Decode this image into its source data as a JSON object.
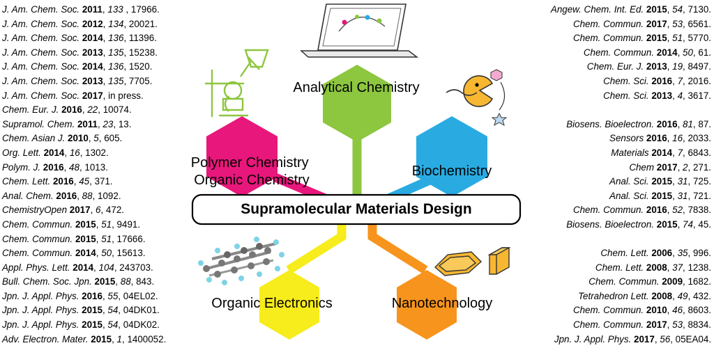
{
  "center": {
    "title": "Supramolecular Materials Design"
  },
  "areas": [
    {
      "id": "analytical",
      "label_lines": [
        "Analytical Chemistry"
      ],
      "color": "#8dc63f"
    },
    {
      "id": "polymer",
      "label_lines": [
        "Polymer Chemistry",
        "Organic Chemistry"
      ],
      "color": "#e8177b"
    },
    {
      "id": "biochem",
      "label_lines": [
        "Biochemistry"
      ],
      "color": "#29abe2"
    },
    {
      "id": "electronics",
      "label_lines": [
        "Organic Electronics"
      ],
      "color": "#f7ec1c"
    },
    {
      "id": "nano",
      "label_lines": [
        "Nanotechnology"
      ],
      "color": "#f7941d"
    }
  ],
  "left_refs": [
    {
      "journal": "J. Am. Chem. Soc.",
      "year": "2011",
      "volume": "133",
      "sep": " , ",
      "pages": "17966."
    },
    {
      "journal": "J. Am. Chem. Soc.",
      "year": "2012",
      "volume": "134",
      "sep": ", ",
      "pages": "20021."
    },
    {
      "journal": "J. Am. Chem. Soc.",
      "year": "2014",
      "volume": "136",
      "sep": ", ",
      "pages": "11396."
    },
    {
      "journal": "J. Am. Chem. Soc.",
      "year": "2013",
      "volume": "135",
      "sep": ", ",
      "pages": "15238."
    },
    {
      "journal": "J. Am. Chem. Soc.",
      "year": "2014",
      "volume": "136",
      "sep": ", ",
      "pages": "1520."
    },
    {
      "journal": "J. Am. Chem. Soc.",
      "year": "2013",
      "volume": "135",
      "sep": ", ",
      "pages": "7705."
    },
    {
      "journal": "J. Am. Chem. Soc.",
      "year": "2017",
      "volume": "",
      "sep": ", ",
      "pages": "in press."
    },
    {
      "journal": "Chem. Eur. J.",
      "year": "2016",
      "volume": "22",
      "sep": ", ",
      "pages": "10074."
    },
    {
      "journal": "Supramol. Chem.",
      "year": "2011",
      "volume": "23",
      "sep": ", ",
      "pages": "13."
    },
    {
      "journal": "Chem. Asian J.",
      "year": "2010",
      "volume": "5",
      "sep": ", ",
      "pages": "605."
    },
    {
      "journal": "Org. Lett.",
      "year": "2014",
      "volume": "16",
      "sep": ", ",
      "pages": "1302."
    },
    {
      "journal": "Polym. J.",
      "year": "2016",
      "volume": "48",
      "sep": ", ",
      "pages": "1013."
    },
    {
      "journal": "Chem. Lett.",
      "year": "2016",
      "volume": "45",
      "sep": ", ",
      "pages": "371."
    },
    {
      "journal": "Anal. Chem.",
      "year": "2016",
      "volume": "88",
      "sep": ", ",
      "pages": "1092."
    },
    {
      "journal": "ChemistryOpen",
      "year": "2017",
      "volume": "6",
      "sep": ", ",
      "pages": "472."
    },
    {
      "journal": "Chem. Commun.",
      "year": "2015",
      "volume": "51",
      "sep": ", ",
      "pages": "9491."
    },
    {
      "journal": "Chem. Commun.",
      "year": "2015",
      "volume": "51",
      "sep": ", ",
      "pages": "17666."
    },
    {
      "journal": "Chem. Commun.",
      "year": "2014",
      "volume": "50",
      "sep": ", ",
      "pages": "15613."
    },
    {
      "journal": "Appl. Phys. Lett.",
      "year": "2014",
      "volume": "104",
      "sep": ", ",
      "pages": "243703."
    },
    {
      "journal": "Bull. Chem. Soc. Jpn.",
      "year": "2015",
      "volume": "88",
      "sep": ", ",
      "pages": "843."
    },
    {
      "journal": "Jpn. J. Appl. Phys.",
      "year": "2016",
      "volume": "55",
      "sep": ", ",
      "pages": "04EL02."
    },
    {
      "journal": "Jpn. J. Appl. Phys.",
      "year": "2015",
      "volume": "54",
      "sep": ", ",
      "pages": "04DK01."
    },
    {
      "journal": "Jpn. J. Appl. Phys.",
      "year": "2015",
      "volume": "54",
      "sep": ", ",
      "pages": "04DK02."
    },
    {
      "journal": "Adv. Electron. Mater.",
      "year": "2015",
      "volume": "1",
      "sep": ", ",
      "pages": "1400052."
    }
  ],
  "right_refs": [
    {
      "journal": "Angew. Chem. Int. Ed.",
      "year": "2015",
      "volume": "54",
      "sep": ", ",
      "pages": "7130."
    },
    {
      "journal": "Chem. Commun.",
      "year": "2017",
      "volume": "53",
      "sep": ", ",
      "pages": "6561."
    },
    {
      "journal": "Chem. Commun.",
      "year": "2015",
      "volume": "51",
      "sep": ", ",
      "pages": "5770."
    },
    {
      "journal": "Chem. Commun.",
      "year": "2014",
      "volume": "50",
      "sep": ", ",
      "pages": "61."
    },
    {
      "journal": "Chem. Eur. J.",
      "year": "2013",
      "volume": "19",
      "sep": ", ",
      "pages": "8497."
    },
    {
      "journal": "Chem. Sci.",
      "year": "2016",
      "volume": "7",
      "sep": ", ",
      "pages": "2016."
    },
    {
      "journal": "Chem. Sci.",
      "year": "2013",
      "volume": "4",
      "sep": ", ",
      "pages": "3617."
    },
    {
      "gap": true
    },
    {
      "journal": "Biosens. Bioelectron.",
      "year": "2016",
      "volume": "81",
      "sep": ", ",
      "pages": "87."
    },
    {
      "journal": "Sensors",
      "year": "2016",
      "volume": "16",
      "sep": ", ",
      "pages": "2033."
    },
    {
      "journal": "Materials",
      "year": "2014",
      "volume": "7",
      "sep": ", ",
      "pages": "6843."
    },
    {
      "journal": "Chem",
      "year": "2017",
      "volume": "2",
      "sep": ", ",
      "pages": "271."
    },
    {
      "journal": "Anal. Sci.",
      "year": "2015",
      "volume": "31",
      "sep": ", ",
      "pages": "725."
    },
    {
      "journal": "Anal. Sci.",
      "year": "2015",
      "volume": "31",
      "sep": ", ",
      "pages": "721."
    },
    {
      "journal": "Chem. Commun.",
      "year": "2016",
      "volume": "52",
      "sep": ", ",
      "pages": "7838."
    },
    {
      "journal": "Biosens. Bioelectron.",
      "year": "2015",
      "volume": "74",
      "sep": ", ",
      "pages": "45."
    },
    {
      "gap": true
    },
    {
      "journal": "Chem. Lett.",
      "year": "2006",
      "volume": "35",
      "sep": ", ",
      "pages": "996."
    },
    {
      "journal": "Chem. Lett.",
      "year": "2008",
      "volume": "37",
      "sep": ", ",
      "pages": "1238."
    },
    {
      "journal": "Chem. Commun.",
      "year": "2009",
      "volume": "",
      "sep": ", ",
      "pages": "1682."
    },
    {
      "journal": "Tetrahedron Lett.",
      "year": "2008",
      "volume": "49",
      "sep": ", ",
      "pages": "432."
    },
    {
      "journal": "Chem. Commun.",
      "year": "2010",
      "volume": "46",
      "sep": ", ",
      "pages": "8603."
    },
    {
      "journal": "Chem. Commun.",
      "year": "2017",
      "volume": "53",
      "sep": ", ",
      "pages": "8834."
    },
    {
      "journal": "Jpn. J. Appl. Phys.",
      "year": "2017",
      "volume": "56",
      "sep": ", ",
      "pages": "05EA04."
    }
  ],
  "icons": [
    {
      "name": "laptop-icon"
    },
    {
      "name": "flask-apparatus-icon"
    },
    {
      "name": "pacman-enzyme-icon"
    },
    {
      "name": "molecule-icon"
    },
    {
      "name": "nanocrystal-icon"
    }
  ]
}
